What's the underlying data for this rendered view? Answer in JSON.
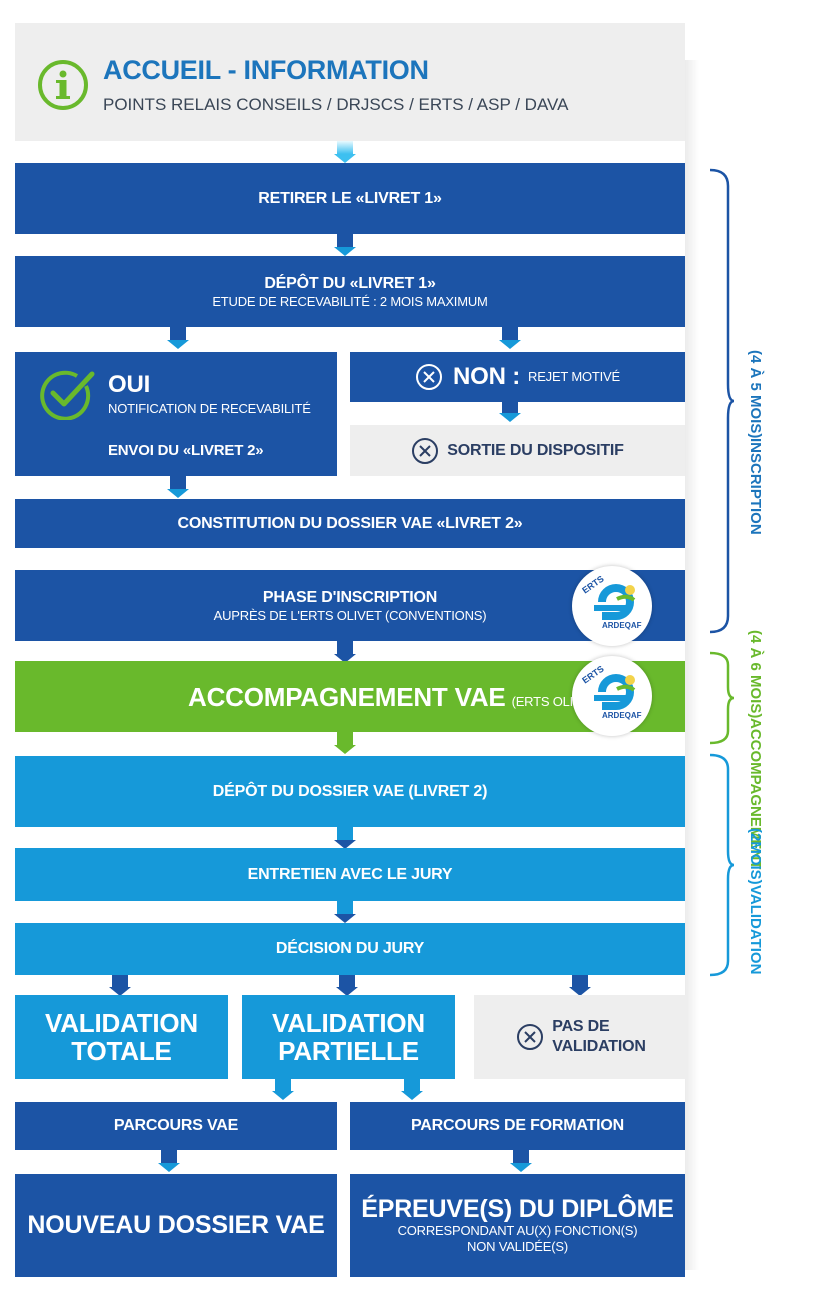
{
  "header": {
    "title": "ACCUEIL - INFORMATION",
    "subtitle": "POINTS RELAIS CONSEILS / DRJSCS / ERTS / ASP / DAVA"
  },
  "steps": {
    "retirer": "RETIRER LE «LIVRET 1»",
    "depot_title": "DÉPÔT DU «LIVRET 1»",
    "depot_sub": "ETUDE DE RECEVABILITÉ : 2 MOIS MAXIMUM",
    "oui_title": "OUI",
    "oui_sub": "NOTIFICATION DE RECEVABILITÉ",
    "oui_envoi": "ENVOI DU «LIVRET 2»",
    "non_title": "NON :",
    "non_sub": "REJET MOTIVÉ",
    "sortie": "SORTIE DU DISPOSITIF",
    "constitution": "CONSTITUTION DU DOSSIER VAE «LIVRET 2»",
    "phase_title": "PHASE D'INSCRIPTION",
    "phase_sub": "AUPRÈS DE L'ERTS OLIVET (CONVENTIONS)",
    "accomp_title": "ACCOMPAGNEMENT VAE",
    "accomp_sub": "(ERTS OLIVET)",
    "depot_dossier": "DÉPÔT DU DOSSIER VAE (LIVRET 2)",
    "entretien": "ENTRETIEN AVEC LE JURY",
    "decision": "DÉCISION DU JURY",
    "validation_totale_1": "VALIDATION",
    "validation_totale_2": "TOTALE",
    "validation_partielle_1": "VALIDATION",
    "validation_partielle_2": "PARTIELLE",
    "pas_validation_1": "PAS DE",
    "pas_validation_2": "VALIDATION",
    "parcours_vae": "PARCOURS VAE",
    "parcours_formation": "PARCOURS DE FORMATION",
    "nouveau_dossier": "NOUVEAU DOSSIER VAE",
    "epreuves_title": "ÉPREUVE(S) DU DIPLÔME",
    "epreuves_sub1": "CORRESPONDANT AU(X) FONCTION(S)",
    "epreuves_sub2": "NON VALIDÉE(S)"
  },
  "logo": {
    "top_text": "ERTS",
    "bottom_text": "ARDEQAF"
  },
  "phases": {
    "inscription_1": "INSCRIPTION",
    "inscription_2": "(4 À 5 MOIS)",
    "accompagnement_1": "ACCOMPAGNEMENT",
    "accompagnement_2": "(4 À 6 MOIS)",
    "validation_1": "VALIDATION",
    "validation_2": "(2MOIS)"
  },
  "colors": {
    "dark_blue": "#1c54a5",
    "light_blue": "#1699d9",
    "green": "#69b92c",
    "grey": "#eeeeee"
  },
  "icons": [
    "info-icon",
    "check-icon",
    "x-circle-icon",
    "erts-logo"
  ]
}
